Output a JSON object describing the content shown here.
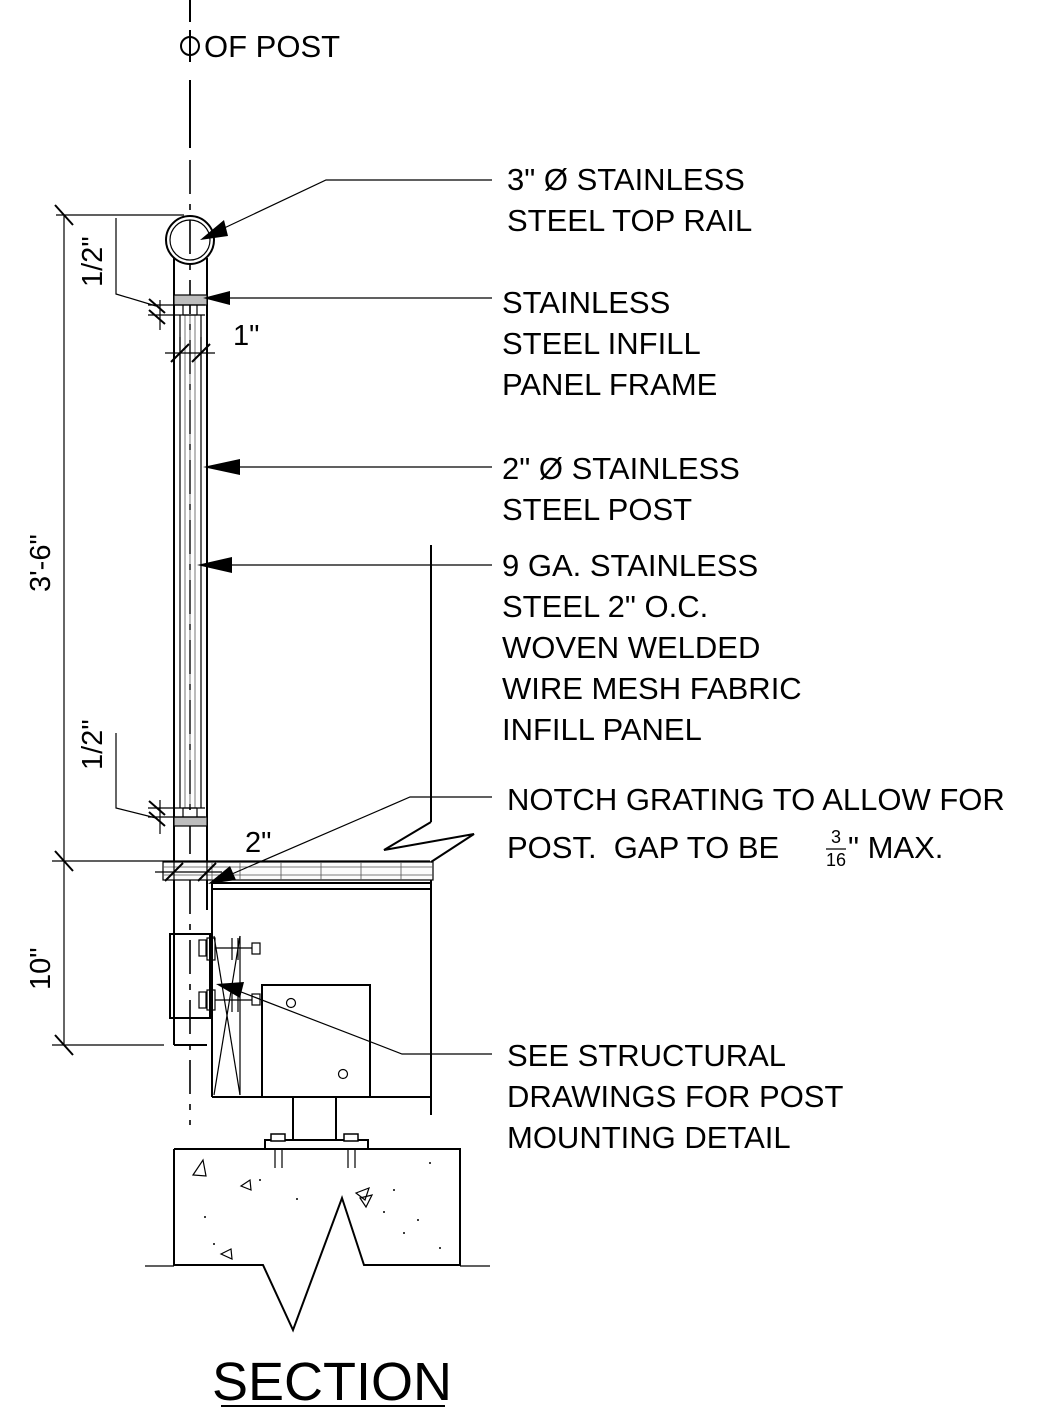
{
  "drawing": {
    "centerline_label": "OF POST",
    "section_title": "SECTION",
    "notes": {
      "top_rail": [
        "3\" Ø STAINLESS",
        "STEEL TOP RAIL"
      ],
      "infill_frame": [
        "STAINLESS",
        "STEEL INFILL",
        "PANEL FRAME"
      ],
      "post": [
        "2\" Ø STAINLESS",
        "STEEL POST"
      ],
      "mesh": [
        "9 GA. STAINLESS",
        "STEEL 2\" O.C.",
        "WOVEN WELDED",
        "WIRE MESH FABRIC",
        "INFILL PANEL"
      ],
      "grating": [
        "NOTCH GRATING TO ALLOW FOR",
        "POST.  GAP TO BE "
      ],
      "grating_fraction": {
        "numerator": "3",
        "denominator": "16",
        "suffix": "\" MAX."
      },
      "structural": [
        "SEE STRUCTURAL",
        "DRAWINGS FOR POST",
        "MOUNTING DETAIL"
      ]
    },
    "dimensions": {
      "overall_height": "3'-6\"",
      "top_gap": "1/2\"",
      "frame_width": "1\"",
      "bottom_gap": "1/2\"",
      "post_gap": "2\"",
      "mount_depth": "10\""
    }
  }
}
